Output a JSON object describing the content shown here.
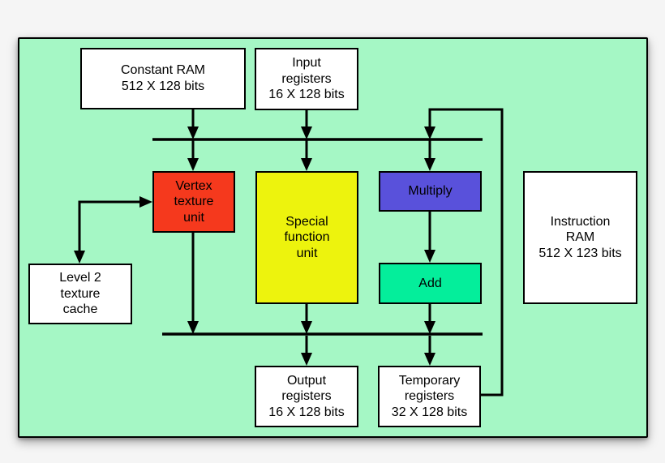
{
  "background_color": "#f5f5f5",
  "panel": {
    "fill": "#a5f7c5",
    "border_color": "#000000"
  },
  "line_color": "#000000",
  "nodes": {
    "constant_ram": {
      "label": "Constant RAM\n512 X 128 bits",
      "fill": "#ffffff"
    },
    "input_registers": {
      "label": "Input\nregisters\n16 X 128 bits",
      "fill": "#ffffff"
    },
    "vertex_texture_unit": {
      "label": "Vertex\ntexture\nunit",
      "fill": "#f5391d"
    },
    "special_function_unit": {
      "label": "Special\nfunction\nunit",
      "fill": "#edf30d"
    },
    "multiply": {
      "label": "Multiply",
      "fill": "#5951db"
    },
    "add": {
      "label": "Add",
      "fill": "#04ee9b"
    },
    "instruction_ram": {
      "label": "Instruction\nRAM\n512 X 123 bits",
      "fill": "#ffffff"
    },
    "level2_texture_cache": {
      "label": "Level 2\ntexture\ncache",
      "fill": "#ffffff"
    },
    "output_registers": {
      "label": "Output\nregisters\n16 X 128 bits",
      "fill": "#ffffff"
    },
    "temporary_registers": {
      "label": "Temporary\nregisters\n32 X 128 bits",
      "fill": "#ffffff"
    }
  },
  "edges": [
    "constant_ram -> operand_bus",
    "input_registers -> operand_bus",
    "temporary_registers -> operand_bus (feedback loop)",
    "operand_bus -> vertex_texture_unit",
    "operand_bus -> special_function_unit",
    "operand_bus -> multiply",
    "multiply -> add",
    "vertex_texture_unit -> result_bus",
    "special_function_unit -> result_bus",
    "add -> result_bus",
    "result_bus -> output_registers",
    "result_bus -> temporary_registers",
    "vertex_texture_unit <-> level2_texture_cache"
  ]
}
